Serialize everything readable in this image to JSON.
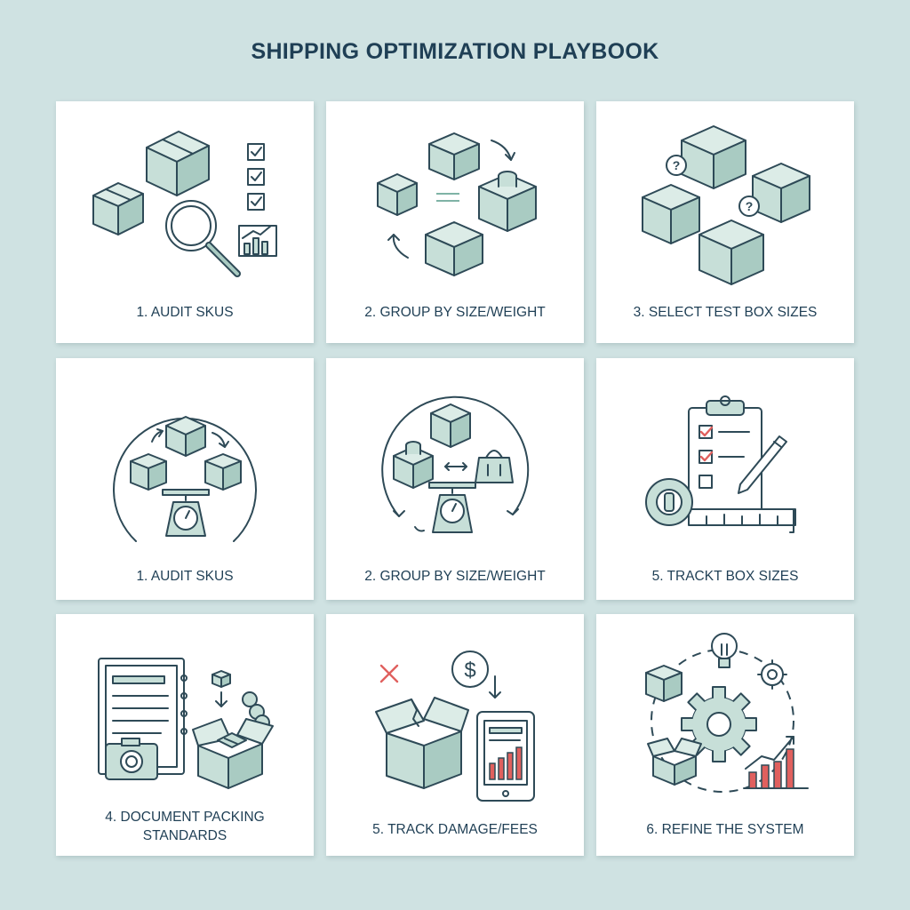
{
  "title": "SHIPPING OPTIMIZATION PLAYBOOK",
  "cards": [
    {
      "label": "1. AUDIT SKUS",
      "icon": "audit-boxes-magnifier-icon"
    },
    {
      "label": "2. GROUP BY SIZE/WEIGHT",
      "icon": "group-boxes-cycle-icon"
    },
    {
      "label": "3. SELECT TEST BOX SIZES",
      "icon": "test-boxes-question-icon"
    },
    {
      "label": "1. AUDIT SKUS",
      "icon": "boxes-scale-cycle-icon"
    },
    {
      "label": "2. GROUP BY SIZE/WEIGHT",
      "icon": "scale-weights-cycle-icon"
    },
    {
      "label": "5. TRACKT BOX SIZES",
      "icon": "clipboard-tape-measure-icon"
    },
    {
      "label_lines": [
        "4. DOCUMENT PACKING",
        "STANDARDS"
      ],
      "icon": "binder-camera-box-icon"
    },
    {
      "label": "5. TRACK DAMAGE/FEES",
      "icon": "damaged-box-tablet-icon"
    },
    {
      "label": "6. REFINE THE SYSTEM",
      "icon": "gear-lightbulb-chart-icon"
    }
  ],
  "colors": {
    "background": "#cfe2e2",
    "card": "#ffffff",
    "line": "#2e4a57",
    "box_fill": "#c7dfd8",
    "accent_red": "#e0605e"
  }
}
